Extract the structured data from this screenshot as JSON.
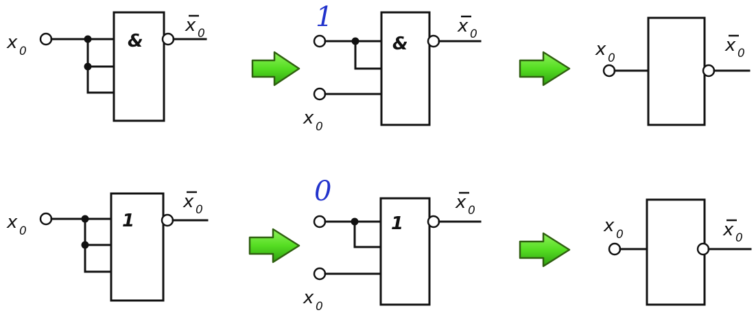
{
  "labels": {
    "input_var": "x",
    "input_sub": "0",
    "output_var": "x",
    "output_sub": "0"
  },
  "rows": [
    {
      "gate_symbol": "&",
      "constant_input": "1"
    },
    {
      "gate_symbol": "1",
      "constant_input": "0"
    }
  ],
  "colors": {
    "line": "#111111",
    "constant_text": "#2233cc",
    "arrow_fill": "#55dd22",
    "arrow_outline": "#2f5f10"
  }
}
